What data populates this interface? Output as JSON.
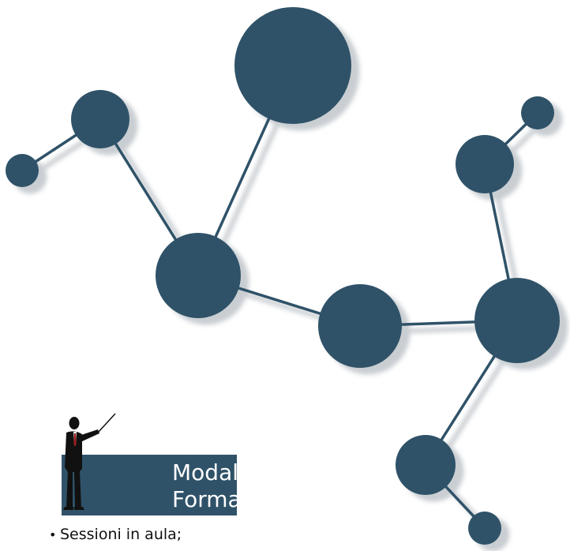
{
  "colors": {
    "accent": "#2f5268",
    "node": "#2f5268",
    "edge": "#2f5268",
    "shadow": "#c9ced2"
  },
  "badge": {
    "line1": "Modalità",
    "line2": "Formative",
    "icon": "presenter-silhouette-icon"
  },
  "bullets": [
    {
      "marker": "•",
      "text": "Sessioni in aula;"
    }
  ]
}
